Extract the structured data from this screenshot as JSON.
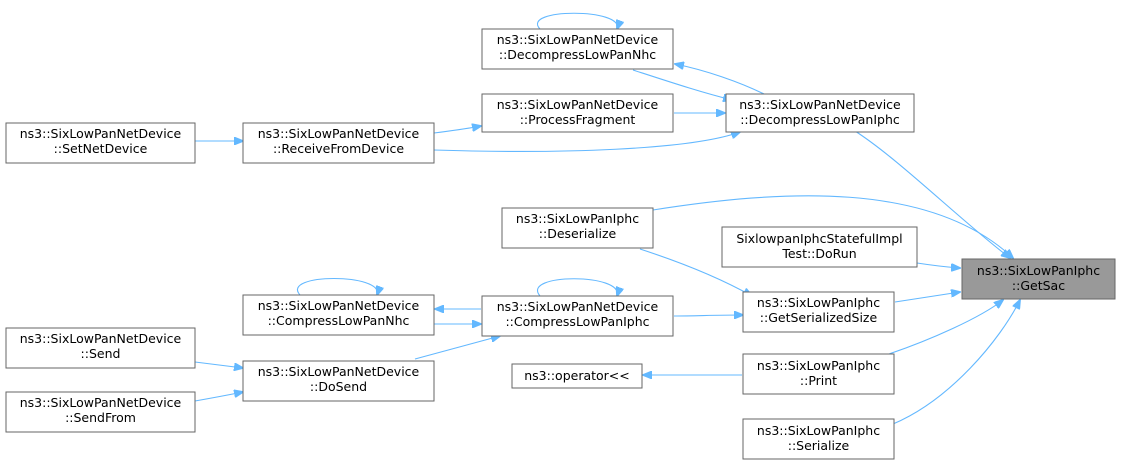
{
  "graph": {
    "colors": {
      "edge": "#63b8ff",
      "root_fill": "#999999",
      "node_border": "#666666"
    },
    "nodes": {
      "getsac": [
        "ns3::SixLowPanIphc",
        "::GetSac"
      ],
      "decompIphc": [
        "ns3::SixLowPanNetDevice",
        "::DecompressLowPanIphc"
      ],
      "deserialize": [
        "ns3::SixLowPanIphc",
        "::Deserialize"
      ],
      "statefulTest": [
        "SixlowpanIphcStatefulImpl",
        "Test::DoRun"
      ],
      "getSerSize": [
        "ns3::SixLowPanIphc",
        "::GetSerializedSize"
      ],
      "print": [
        "ns3::SixLowPanIphc",
        "::Print"
      ],
      "serialize": [
        "ns3::SixLowPanIphc",
        "::Serialize"
      ],
      "decompNhc": [
        "ns3::SixLowPanNetDevice",
        "::DecompressLowPanNhc"
      ],
      "procFrag": [
        "ns3::SixLowPanNetDevice",
        "::ProcessFragment"
      ],
      "recvFromDev": [
        "ns3::SixLowPanNetDevice",
        "::ReceiveFromDevice"
      ],
      "setNetDev": [
        "ns3::SixLowPanNetDevice",
        "::SetNetDevice"
      ],
      "compIphc": [
        "ns3::SixLowPanNetDevice",
        "::CompressLowPanIphc"
      ],
      "compNhc": [
        "ns3::SixLowPanNetDevice",
        "::CompressLowPanNhc"
      ],
      "doSend": [
        "ns3::SixLowPanNetDevice",
        "::DoSend"
      ],
      "send": [
        "ns3::SixLowPanNetDevice",
        "::Send"
      ],
      "sendFrom": [
        "ns3::SixLowPanNetDevice",
        "::SendFrom"
      ],
      "operator": [
        "ns3::operator<<"
      ]
    }
  }
}
